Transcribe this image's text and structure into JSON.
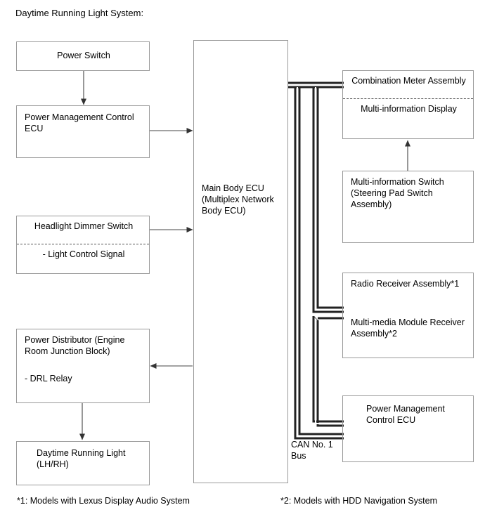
{
  "title": "Daytime Running Light System:",
  "boxes": {
    "power_switch": {
      "label": "Power Switch"
    },
    "power_mgmt_ecu_left": {
      "label": "Power Management Control\nECU"
    },
    "headlight_dimmer": {
      "label": "Headlight Dimmer Switch",
      "sub_label": "- Light Control Signal"
    },
    "power_distributor": {
      "label": "Power Distributor (Engine\nRoom Junction Block)",
      "sub_label": "- DRL Relay"
    },
    "daytime_running_light": {
      "label": "Daytime Running Light\n(LH/RH)"
    },
    "main_body_ecu": {
      "label": "Main Body ECU\n(Multiplex Network\nBody ECU)"
    },
    "combination_meter": {
      "label": "Combination Meter Assembly",
      "sub_label": "Multi-information Display"
    },
    "multi_info_switch": {
      "label": "Multi-information Switch\n(Steering Pad Switch\nAssembly)"
    },
    "radio_receiver": {
      "label": "Radio Receiver Assembly*1",
      "sub_label": "Multi-media Module Receiver\nAssembly*2"
    },
    "power_mgmt_ecu_right": {
      "label": "Power Management\nControl ECU"
    }
  },
  "bus": {
    "label": "CAN No. 1\nBus"
  },
  "footnotes": {
    "note1": "*1: Models with Lexus Display Audio System",
    "note2": "*2: Models with HDD Navigation System"
  },
  "colors": {
    "box_border": "#9a9a9a",
    "box_border_dark": "#3a3a3a",
    "line": "#444444",
    "bus_dark": "#222222",
    "text": "#000000",
    "background": "#ffffff"
  }
}
